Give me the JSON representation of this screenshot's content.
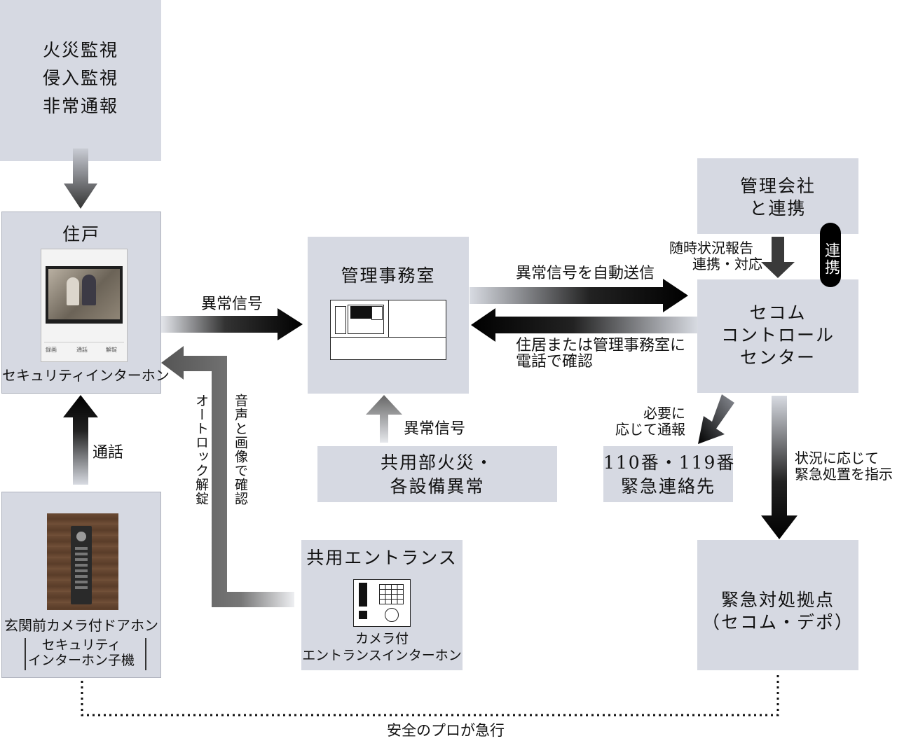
{
  "monitor": {
    "lines": [
      "火災監視",
      "侵入監視",
      "非常通報"
    ]
  },
  "residence": {
    "title": "住戸",
    "device_label": "セキュリティインターホン",
    "panel_buttons": [
      "録画",
      "通話",
      "解錠"
    ]
  },
  "door_camera": {
    "line1": "玄関前カメラ付ドアホン",
    "line2": "セキュリティ",
    "line3": "インターホン子機"
  },
  "mgmt_office": {
    "title": "管理事務室"
  },
  "common_fire": {
    "line1": "共用部火災・",
    "line2": "各設備異常"
  },
  "entrance": {
    "title": "共用エントランス",
    "sub1": "カメラ付",
    "sub2": "エントランスインターホン"
  },
  "mgmt_company": {
    "line1": "管理会社",
    "line2": "と連携"
  },
  "secom_center": {
    "line1": "セコム",
    "line2": "コントロール",
    "line3": "センター"
  },
  "emergency_numbers": {
    "line1": "110番・119番",
    "line2": "緊急連絡先"
  },
  "depot": {
    "line1": "緊急対処拠点",
    "line2": "（セコム・デポ）"
  },
  "labels": {
    "abnormal_signal": "異常信号",
    "abnormal_signal_2": "異常信号",
    "auto_send": "異常信号を自動送信",
    "confirm_line1": "住居または管理事務室に",
    "confirm_line2": "電話で確認",
    "call": "通話",
    "voice_image": "音声と画像で確認",
    "auto_lock": "オートロック解錠",
    "report_line1": "随時状況報告",
    "report_line2": "連携・対応",
    "link_badge": "連携",
    "notify_line1": "必要に",
    "notify_line2": "応じて通報",
    "instruct_line1": "状況に応じて",
    "instruct_line2": "緊急処置を指示",
    "rush": "安全のプロが急行"
  }
}
